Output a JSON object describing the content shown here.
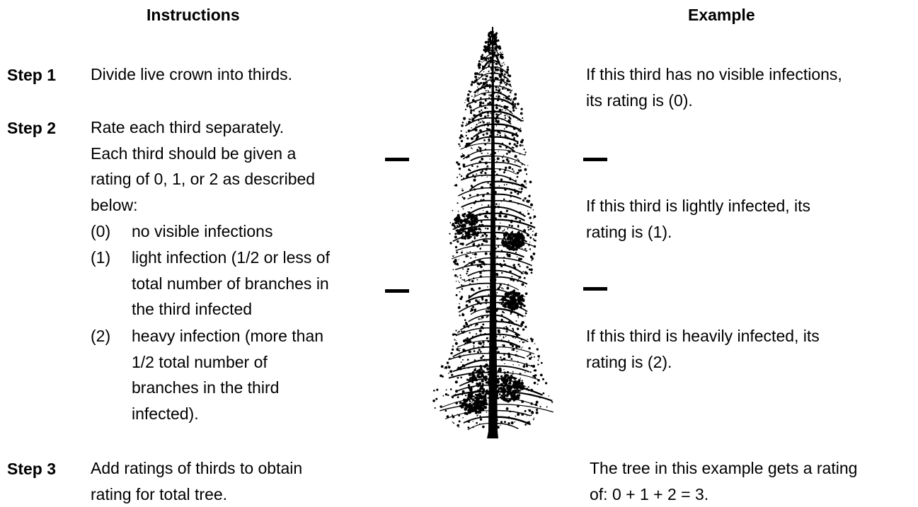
{
  "instructions": {
    "heading": "Instructions",
    "step1": {
      "label": "Step 1",
      "text": "Divide live crown into thirds."
    },
    "step2": {
      "label": "Step 2",
      "lines": [
        "Rate each third separately.",
        "Each third should be given a",
        "rating of 0, 1, or 2 as described",
        "below:"
      ],
      "options": [
        {
          "num": "(0)",
          "lines": [
            "no visible infections"
          ]
        },
        {
          "num": "(1)",
          "lines": [
            "light infection (1/2 or less of",
            "total number of branches in",
            "the third infected"
          ]
        },
        {
          "num": "(2)",
          "lines": [
            "heavy infection (more than",
            "1/2 total number of",
            "branches in the third",
            "infected)."
          ]
        }
      ]
    },
    "step3": {
      "label": "Step 3",
      "lines": [
        "Add ratings of thirds to obtain",
        "rating for total tree."
      ]
    }
  },
  "example": {
    "heading": "Example",
    "top_third": [
      "If this third has no visible infections,",
      "its rating is (0)."
    ],
    "middle_third": [
      "If this third is lightly infected, its",
      "rating is (1)."
    ],
    "bottom_third": [
      "If this third is heavily infected, its",
      "rating is (2)."
    ],
    "total": [
      "The tree in this example gets a rating",
      "of: 0 + 1 + 2 = 3."
    ]
  },
  "graphic": {
    "tree_icon": "conifer-tree-icon",
    "divider_icon": "dash-icon",
    "ink_color": "#000000"
  }
}
